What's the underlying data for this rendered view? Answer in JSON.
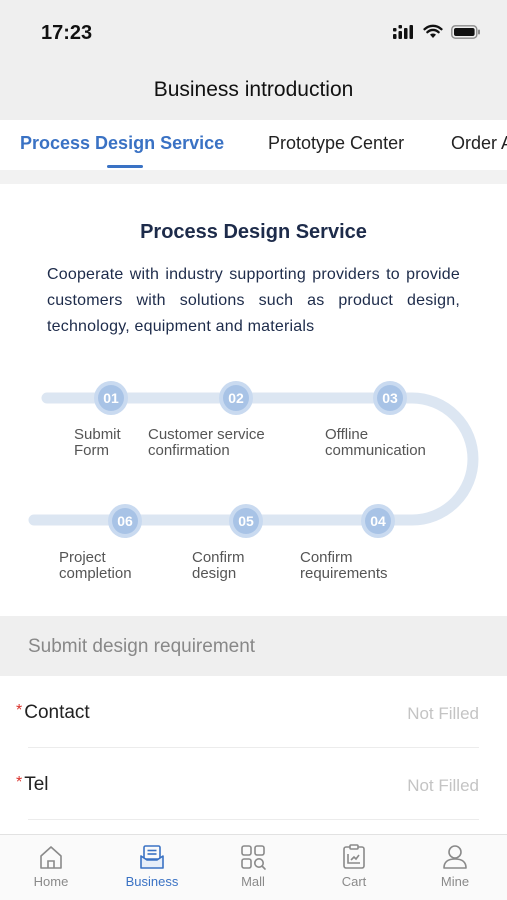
{
  "status_bar": {
    "time": "17:23",
    "icons": [
      "signal-icon",
      "wifi-icon",
      "battery-icon"
    ]
  },
  "header": {
    "title": "Business introduction"
  },
  "tabs": [
    {
      "label": "Process Design Service",
      "active": true
    },
    {
      "label": "Prototype Center",
      "active": false
    },
    {
      "label": "Order A",
      "active": false
    }
  ],
  "section": {
    "title": "Process Design Service",
    "description": "Cooperate with industry supporting providers to provide customers with solutions such as product design, technology, equipment and materials"
  },
  "steps": [
    {
      "number": "01",
      "label": "Submit\nForm"
    },
    {
      "number": "02",
      "label": "Customer service\nconfirmation"
    },
    {
      "number": "03",
      "label": "Offline\ncommunication"
    },
    {
      "number": "04",
      "label": "Confirm\nrequirements"
    },
    {
      "number": "05",
      "label": "Confirm\ndesign"
    },
    {
      "number": "06",
      "label": "Project\ncompletion"
    }
  ],
  "form": {
    "header": "Submit design requirement",
    "fields": [
      {
        "label": "Contact",
        "required": true,
        "value": "Not Filled"
      },
      {
        "label": "Tel",
        "required": true,
        "value": "Not Filled"
      }
    ]
  },
  "tab_bar": [
    {
      "label": "Home",
      "icon": "home-icon",
      "active": false
    },
    {
      "label": "Business",
      "icon": "business-icon",
      "active": true
    },
    {
      "label": "Mall",
      "icon": "mall-icon",
      "active": false
    },
    {
      "label": "Cart",
      "icon": "cart-icon",
      "active": false
    },
    {
      "label": "Mine",
      "icon": "user-icon",
      "active": false
    }
  ],
  "colors": {
    "accent": "#3a72c4",
    "track": "#dce6f2",
    "node_outer": "#c9daf0",
    "node_inner": "#a8c3e6",
    "required": "#d9312b"
  }
}
